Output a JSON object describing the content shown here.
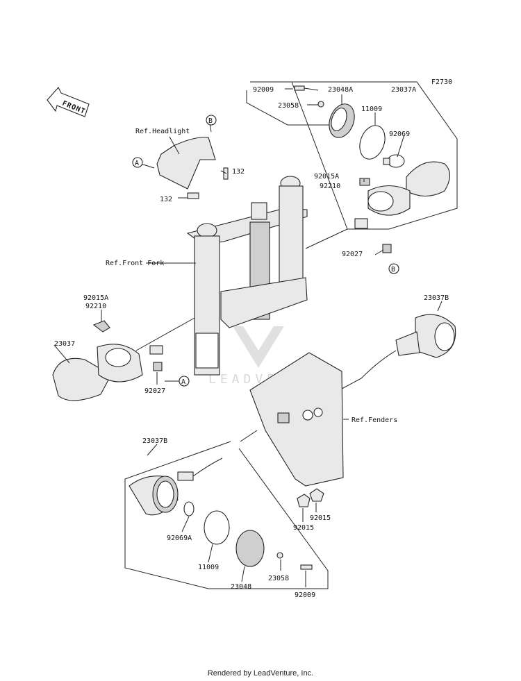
{
  "diagram": {
    "figure_code": "F2730",
    "front_arrow_text": "FRONT",
    "refs": {
      "headlight": "Ref.Headlight",
      "front_fork": "Ref.Front Fork",
      "fenders": "Ref.Fenders"
    },
    "callouts": {
      "a": "A",
      "b": "B"
    },
    "parts": {
      "p92009_top": "92009",
      "p23048a": "23048A",
      "p23037a": "23037A",
      "p23058_top": "23058",
      "p11009_top": "11009",
      "p92069": "92069",
      "p92015a_r": "92015A",
      "p92210_r": "92210",
      "p132_right": "132",
      "p132_left": "132",
      "p92027_r": "92027",
      "p92015a_l": "92015A",
      "p92210_l": "92210",
      "p23037_l": "23037",
      "p92027_l": "92027",
      "p23037b_r": "23037B",
      "p23037b_l": "23037B",
      "p92015_r": "92015",
      "p92015_b": "92015",
      "p92069a": "92069A",
      "p11009_b": "11009",
      "p23048": "23048",
      "p23058_b": "23058",
      "p92009_b": "92009"
    },
    "watermark": "LEADVENTURE"
  },
  "footer": {
    "credit": "Rendered by LeadVenture, Inc."
  }
}
